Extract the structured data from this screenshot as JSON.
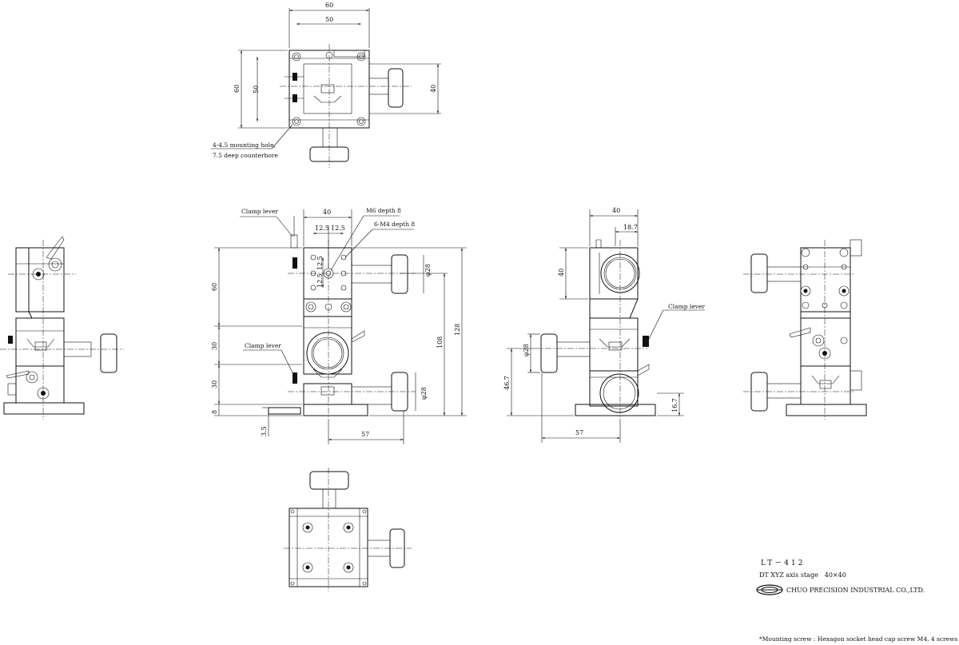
{
  "drawing": {
    "top_view": {
      "dims": {
        "width_outer": "60",
        "width_inner": "50",
        "height_outer": "60",
        "height_inner": "50",
        "right_height": "40"
      },
      "note_line1": "4-4.5 mounting hole,",
      "note_line2": "7.5 deep counterbore"
    },
    "front_view": {
      "clamp_lever_top": "Clamp lever",
      "clamp_lever_mid": "Clamp lever",
      "dims": {
        "top_width": "40",
        "half_left": "12.5",
        "half_right": "12.5",
        "vert_a": "12.5",
        "vert_b": "12.5",
        "left_60": "60",
        "left_30a": "30",
        "left_30b": "30",
        "left_8": "8",
        "left_3_5": "3.5",
        "right_108": "108",
        "right_128": "128",
        "bottom_57": "57",
        "knob_dia_top": "φ28",
        "knob_dia_bottom": "φ28"
      },
      "callout_m6": "M6 depth 8",
      "callout_m4": "6-M4 depth 8"
    },
    "side_view": {
      "clamp_lever": "Clamp lever",
      "dims": {
        "top_width": "40",
        "offset": "18.7",
        "left_40": "40",
        "knob_dia": "φ28",
        "left_46_7": "46.7",
        "right_16_7": "16.7",
        "bottom_57": "57"
      }
    }
  },
  "title_block": {
    "model": "LT－412",
    "description": "DT XYZ axis stage　40×40",
    "company": "CHUO PRECISION INDUSTRIAL CO.,LTD."
  },
  "footnote": "*Mounting screw : Hexagon socket head cap screw M4, 4 screws"
}
